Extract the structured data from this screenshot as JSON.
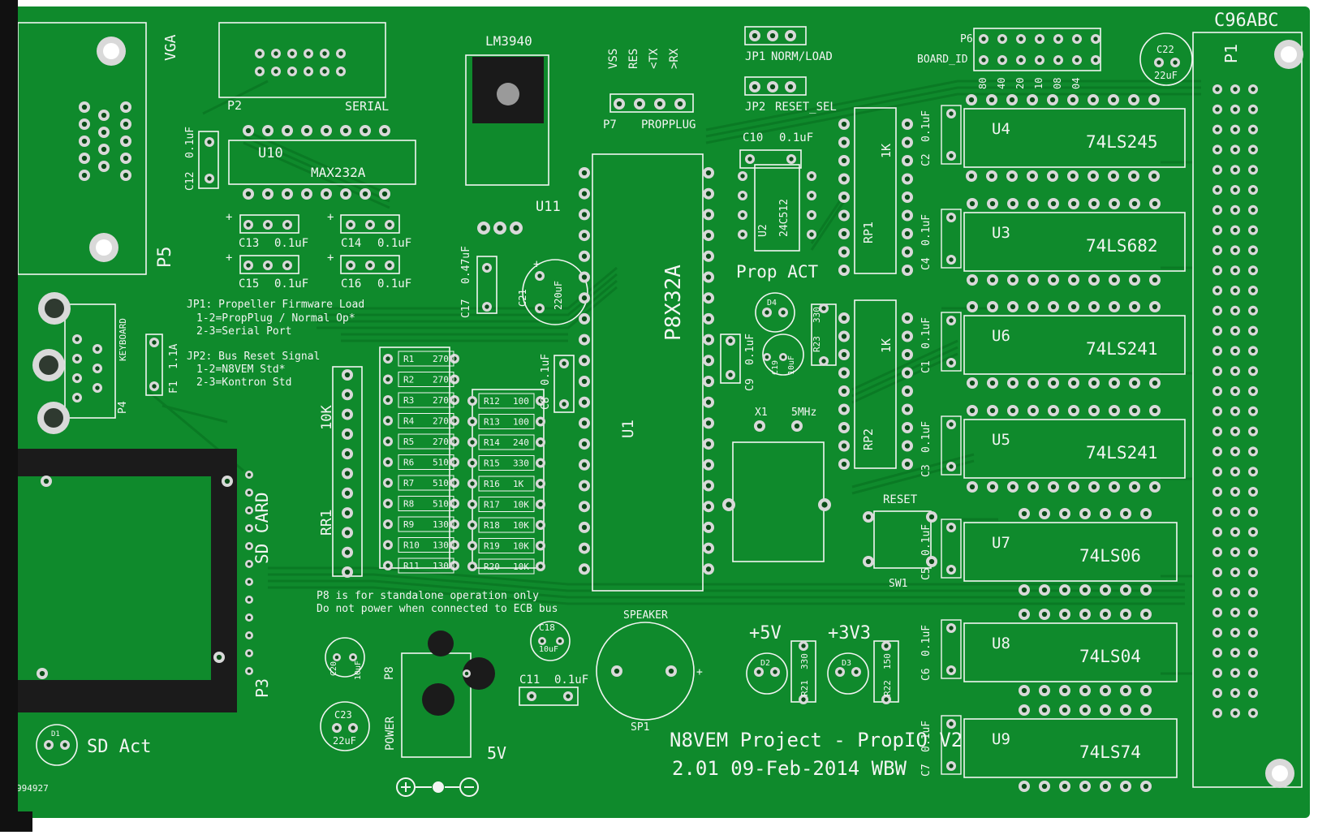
{
  "colors": {
    "board": "#0f8a2c",
    "board_dark": "#0b6f23",
    "trace": "#0a7a24",
    "silk": "#f2f5f2",
    "pad": "#d9d9d9",
    "hole": "#0a4d18",
    "regulator": "#1a1a1a"
  },
  "board": {
    "code_top_right": "C96ABC",
    "board_number": "994927",
    "title_line1": "N8VEM Project - PropIO V2",
    "title_line2": "2.01  09-Feb-2014  WBW",
    "notes": [
      "JP1: Propeller Firmware Load",
      "1-2=PropPlug / Normal Op*",
      "2-3=Serial Port",
      "JP2: Bus Reset Signal",
      "1-2=N8VEM Std*",
      "2-3=Kontron Std"
    ],
    "p8_notes": [
      "P8 is for standalone operation only",
      "Do not power when connected to ECB bus"
    ]
  },
  "labels": {
    "vga": "VGA",
    "p5": "P5",
    "p2": "P2",
    "serial": "SERIAL",
    "lm3940": "LM3940",
    "u11": "U11",
    "propplug_pins": [
      "VSS",
      "RES",
      "<TX",
      ">RX"
    ],
    "p7": "P7",
    "propplug": "PROPPLUG",
    "jp1": "JP1",
    "norm_load": "NORM/LOAD",
    "jp2": "JP2",
    "reset_sel": "RESET_SEL",
    "p6": "P6",
    "board_id": "BOARD_ID",
    "board_id_bits": [
      "80",
      "40",
      "20",
      "10",
      "08",
      "04"
    ],
    "p1": "P1",
    "c22": "C22",
    "c22_val": "22uF",
    "u10": "U10",
    "max232a": "MAX232A",
    "c12": "C12",
    "c12_val": "0.1uF",
    "c13": "C13",
    "c14": "C14",
    "c15": "C15",
    "c16": "C16",
    "cap_01": "0.1uF",
    "c17": "C17",
    "c17_val": "0.47uF",
    "c21": "C21",
    "c21_val": "220uF",
    "plus": "+",
    "c10": "C10",
    "u2": "U2",
    "u2_chip": "24C512",
    "rp1": "RP1",
    "rp2": "RP2",
    "one_k": "1K",
    "prop_act": "Prop ACT",
    "d4": "D4",
    "r23": "R23",
    "r23_val": "330",
    "c9": "C9",
    "c9_val": "0.1uF",
    "c19": "C19",
    "c19_val": "10uF",
    "x1": "X1",
    "five_mhz": "5MHz",
    "u1": "U1",
    "p8x32a": "P8X32A",
    "c8": "C8",
    "c8_val": "0.1uF",
    "reset": "RESET",
    "sw1": "SW1",
    "keyboard": "KEYBOARD",
    "p4": "P4",
    "f1": "F1",
    "f1_val": "1.1A",
    "ten_k": "10K",
    "rr1": "RR1",
    "sd_card": "SD CARD",
    "p3": "P3",
    "sd_act": "SD Act",
    "d1": "D1",
    "c20": "C20",
    "c20_val": "10uF",
    "c23": "C23",
    "c23_val": "22uF",
    "p8": "P8",
    "power": "POWER",
    "five_v": "5V",
    "c18": "C18",
    "c18_val": "10uF",
    "c11": "C11",
    "c11_val": "0.1uF",
    "speaker": "SPEAKER",
    "sp1": "SP1",
    "plus5v": "+5V",
    "plus3v3": "+3V3",
    "d2": "D2",
    "d3": "D3",
    "r21": "R21",
    "r21_val": "330",
    "r22": "R22",
    "r22_val": "150"
  },
  "resistors_left": [
    {
      "ref": "R1",
      "val": "270"
    },
    {
      "ref": "R2",
      "val": "270"
    },
    {
      "ref": "R3",
      "val": "270"
    },
    {
      "ref": "R4",
      "val": "270"
    },
    {
      "ref": "R5",
      "val": "270"
    },
    {
      "ref": "R6",
      "val": "510"
    },
    {
      "ref": "R7",
      "val": "510"
    },
    {
      "ref": "R8",
      "val": "510"
    },
    {
      "ref": "R9",
      "val": "130"
    },
    {
      "ref": "R10",
      "val": "130"
    },
    {
      "ref": "R11",
      "val": "130"
    }
  ],
  "resistors_right": [
    {
      "ref": "R12",
      "val": "100"
    },
    {
      "ref": "R13",
      "val": "100"
    },
    {
      "ref": "R14",
      "val": "240"
    },
    {
      "ref": "R15",
      "val": "330"
    },
    {
      "ref": "R16",
      "val": "1K"
    },
    {
      "ref": "R17",
      "val": "10K"
    },
    {
      "ref": "R18",
      "val": "10K"
    },
    {
      "ref": "R19",
      "val": "10K"
    },
    {
      "ref": "R20",
      "val": "10K"
    }
  ],
  "logic_chips": [
    {
      "ref": "U4",
      "part": "74LS245",
      "cap": "C2",
      "cap_val": "0.1uF"
    },
    {
      "ref": "U3",
      "part": "74LS682",
      "cap": "C4",
      "cap_val": "0.1uF"
    },
    {
      "ref": "U6",
      "part": "74LS241",
      "cap": "C1",
      "cap_val": "0.1uF"
    },
    {
      "ref": "U5",
      "part": "74LS241",
      "cap": "C3",
      "cap_val": "0.1uF"
    },
    {
      "ref": "U7",
      "part": "74LS06",
      "cap": "C5",
      "cap_val": "0.1uF"
    },
    {
      "ref": "U8",
      "part": "74LS04",
      "cap": "C6",
      "cap_val": "0.1uF"
    },
    {
      "ref": "U9",
      "part": "74LS74",
      "cap": "C7",
      "cap_val": "0.1uF"
    }
  ]
}
